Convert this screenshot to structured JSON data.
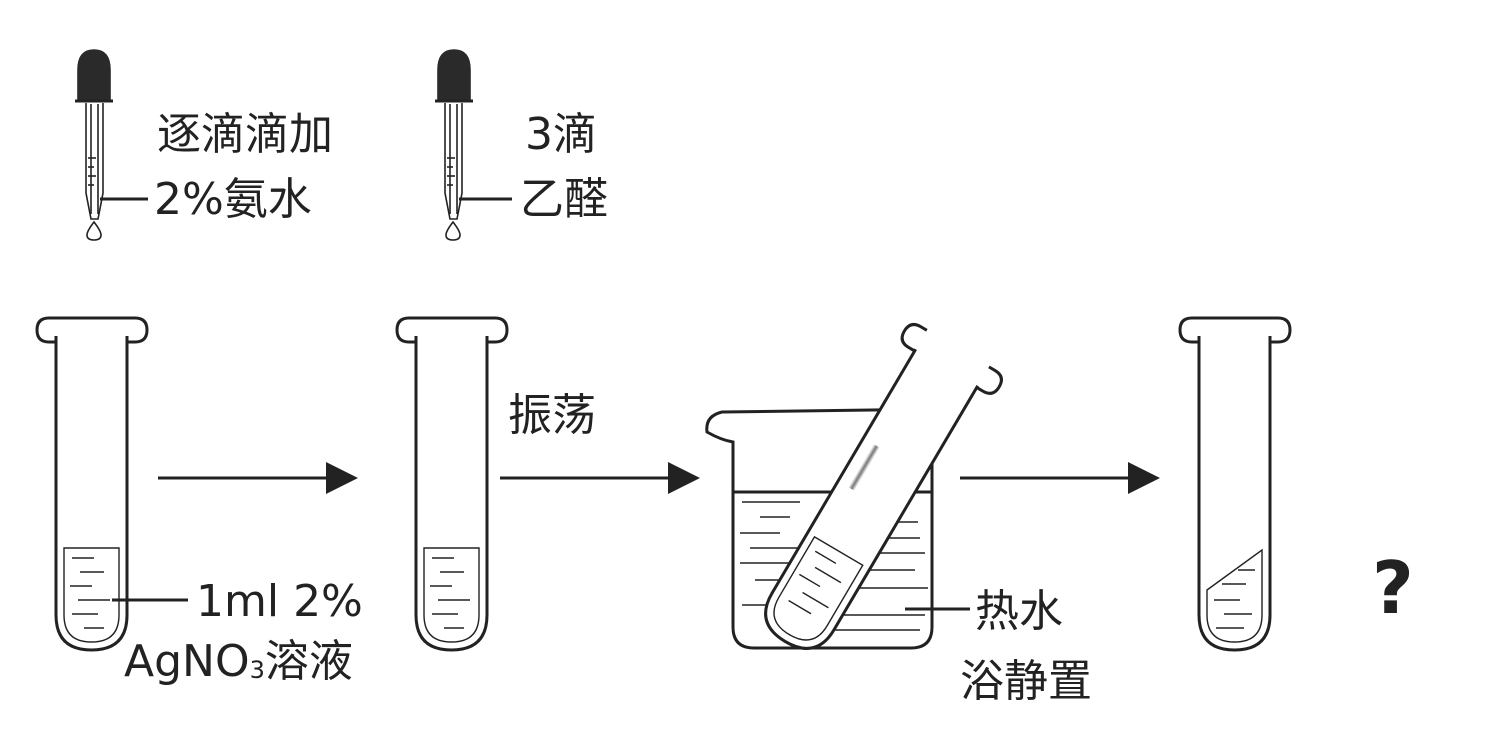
{
  "dropper_1": {
    "line1": "逐滴滴加",
    "line2": "2%氨水"
  },
  "dropper_2": {
    "line1": "3滴",
    "line2": "乙醛"
  },
  "tube_1": {
    "line1": "1ml 2%",
    "line2_main": "AgNO",
    "line2_sub": "3",
    "line2_tail": "溶液"
  },
  "step_2": {
    "label": "振荡"
  },
  "beaker": {
    "line1": "热水",
    "line2": "浴静置"
  },
  "result": {
    "label": "?"
  },
  "colors": {
    "ink": "#222222",
    "dropper_bulb": "#2a2a2a",
    "arrow": "#222222",
    "background": "#ffffff"
  }
}
